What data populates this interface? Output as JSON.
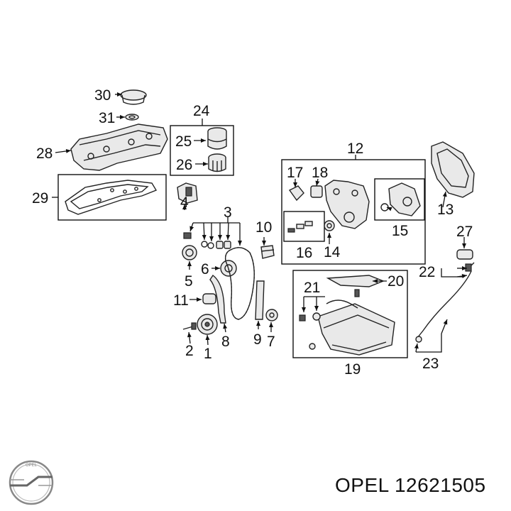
{
  "callouts": [
    "1",
    "2",
    "3",
    "4",
    "5",
    "6",
    "7",
    "8",
    "9",
    "10",
    "11",
    "12",
    "13",
    "14",
    "15",
    "16",
    "17",
    "18",
    "19",
    "20",
    "21",
    "22",
    "23",
    "24",
    "25",
    "26",
    "27",
    "28",
    "29",
    "30",
    "31"
  ],
  "logo": {
    "emblem": "opel-logo",
    "text": "OPEL"
  },
  "caption": {
    "brand": "OPEL",
    "part_number": "12621505",
    "full": "OPEL 12621505"
  }
}
